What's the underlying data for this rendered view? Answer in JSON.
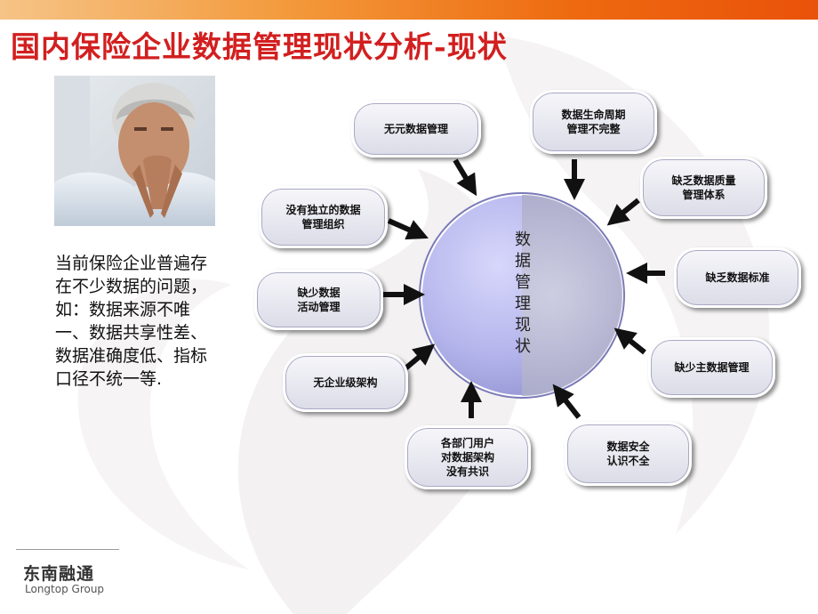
{
  "title": "国内保险企业数据管理现状分析-现状",
  "description": "当前保险企业普遍存在不少数据的问题，如：数据来源不唯一、数据共享性差、数据准确度低、指标口径不统一等.",
  "center": "数\n据\n管\n理\n现\n状",
  "issues": {
    "no_metadata": "无元数据管理",
    "lifecycle": "数据生命周期\n管理不完整",
    "quality": "缺乏数据质量\n管理体系",
    "standard": "缺乏数据标准",
    "master_data": "缺少主数据管理",
    "security": "数据安全\n认识不全",
    "consensus": "各部门用户\n对数据架构\n没有共识",
    "architecture": "无企业级架构",
    "activity": "缺少数据\n活动管理",
    "organization": "没有独立的数据\n管理组织"
  },
  "logo": {
    "cn": "东南融通",
    "en": "Longtop Group"
  },
  "colors": {
    "title": "#d21f1f",
    "accent": "#ee6a10",
    "sphere": "#b8b8ee"
  }
}
